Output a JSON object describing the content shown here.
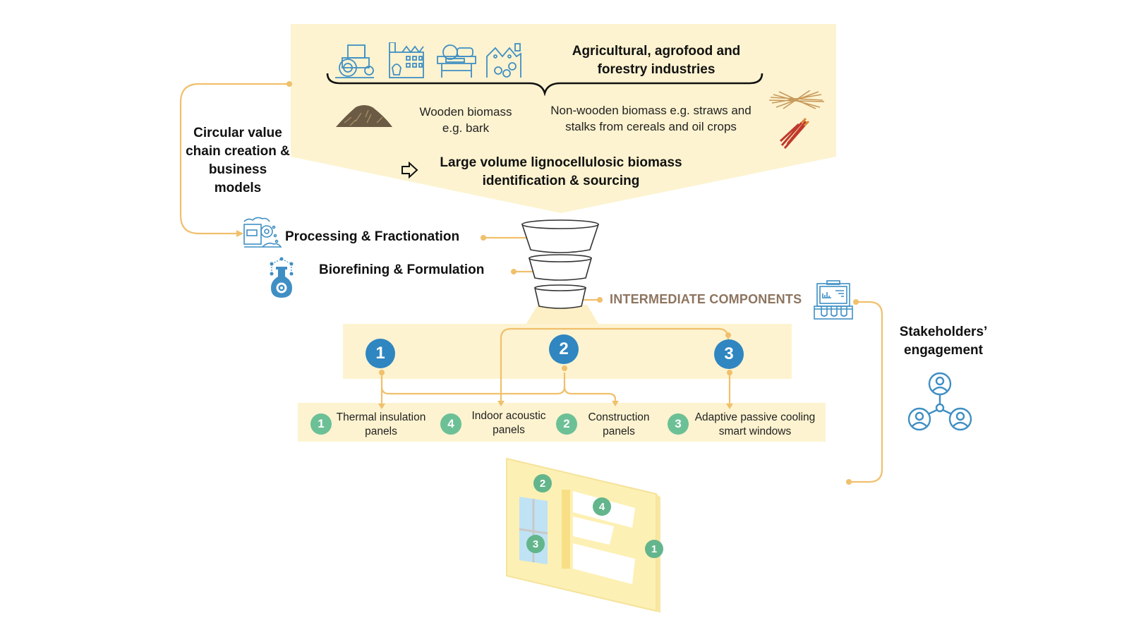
{
  "header": {
    "industries_title": "Agricultural, agrofood and forestry industries",
    "industries_icons": [
      "tractor-icon",
      "food-factory-icon",
      "sawmill-icon",
      "timber-warehouse-icon"
    ]
  },
  "biomass": {
    "wooden": "Wooden biomass e.g. bark",
    "non_wooden": "Non-wooden biomass e.g. straws and stalks from cereals and oil crops",
    "sourcing": "Large volume lignocellulosic biomass identification & sourcing"
  },
  "circular": {
    "label": "Circular value chain creation & business models"
  },
  "steps": {
    "processing": "Processing & Fractionation",
    "biorefining": "Biorefining & Formulation",
    "intermediate": "INTERMEDIATE COMPONENTS"
  },
  "components": [
    {
      "number": "1"
    },
    {
      "number": "2"
    },
    {
      "number": "3"
    }
  ],
  "products": [
    {
      "number": "1",
      "label": "Thermal insulation panels"
    },
    {
      "number": "4",
      "label": "Indoor acoustic panels"
    },
    {
      "number": "2",
      "label": "Construction panels"
    },
    {
      "number": "3",
      "label": "Adaptive passive cooling smart windows"
    }
  ],
  "building": {
    "markers": [
      "2",
      "4",
      "3",
      "1"
    ]
  },
  "stakeholders": {
    "label": "Stakeholders’ engagement"
  },
  "colors": {
    "panel_yellow": "#fdf3d0",
    "line_orange": "#f0c06c",
    "icon_blue": "#2f86c0",
    "badge_green": "#6cc096",
    "intermediate_text": "#8d7560"
  }
}
